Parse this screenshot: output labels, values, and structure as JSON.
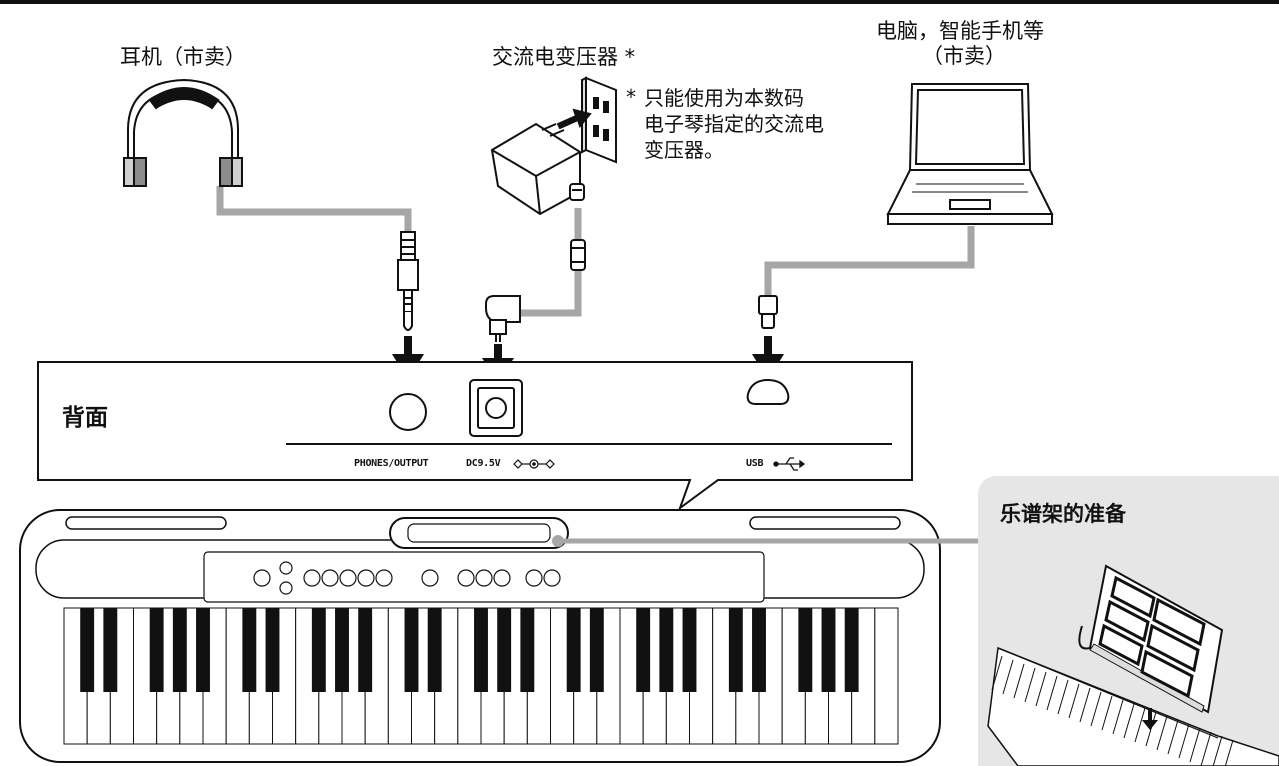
{
  "devices": {
    "headphones": {
      "label": "耳机（市卖）"
    },
    "adapter": {
      "label": "交流电变压器 *"
    },
    "computer": {
      "label_line1": "电脑，智能手机等",
      "label_line2": "（市卖）"
    }
  },
  "footnote": {
    "star": "*",
    "lines": [
      "只能使用为本数码",
      "电子琴指定的交流电",
      "变压器。"
    ]
  },
  "back_panel": {
    "title": "背面",
    "ports": {
      "phones": "PHONES/OUTPUT",
      "dc": "DC9.5V",
      "usb": "USB"
    }
  },
  "inset": {
    "title": "乐谱架的准备"
  },
  "colors": {
    "cable": "#a6a6a6",
    "line": "#111111",
    "inset_bg": "#e6e6e6"
  }
}
